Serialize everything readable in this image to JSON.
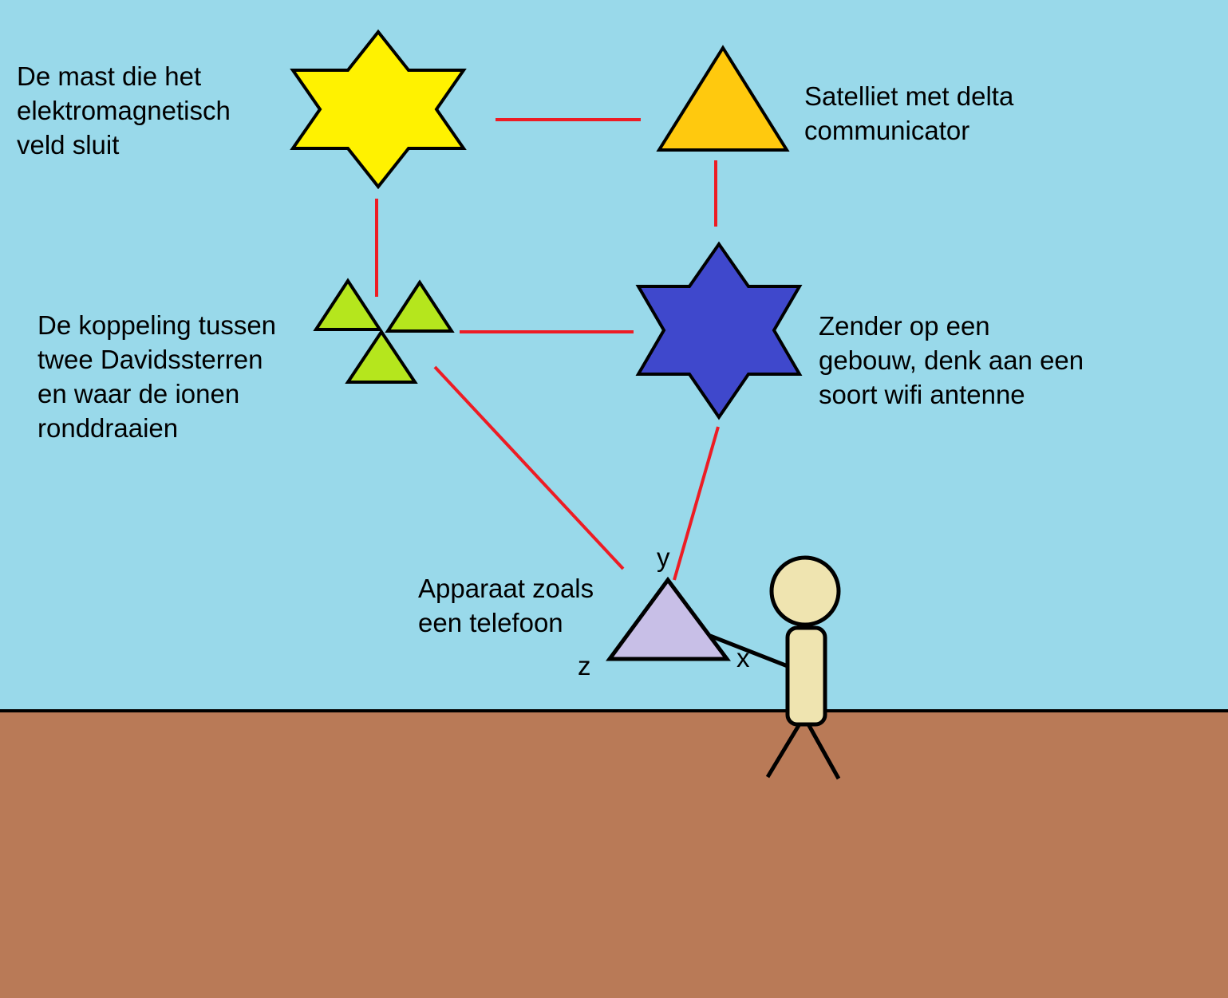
{
  "colors": {
    "sky": "#99D9EA",
    "ground": "#B97A57",
    "link": "#ED1C24",
    "mast": "#FFF200",
    "satellite": "#FFC90E",
    "transmitter": "#3F48CC",
    "coupling": "#B5E61D",
    "device": "#C8BFE7",
    "person": "#EFE4B0"
  },
  "labels": {
    "mast": [
      "De mast die het",
      "elektromagnetisch",
      "veld sluit"
    ],
    "satellite": [
      "Satelliet met delta",
      "communicator"
    ],
    "coupling": [
      "De koppeling tussen",
      "twee Davidssterren",
      "en waar de ionen",
      "ronddraaien"
    ],
    "transmitter": [
      "Zender op een",
      "gebouw, denk aan een",
      "soort wifi antenne"
    ],
    "device": [
      "Apparaat zoals",
      "een telefoon"
    ],
    "axes": {
      "x": "x",
      "y": "y",
      "z": "z"
    }
  }
}
